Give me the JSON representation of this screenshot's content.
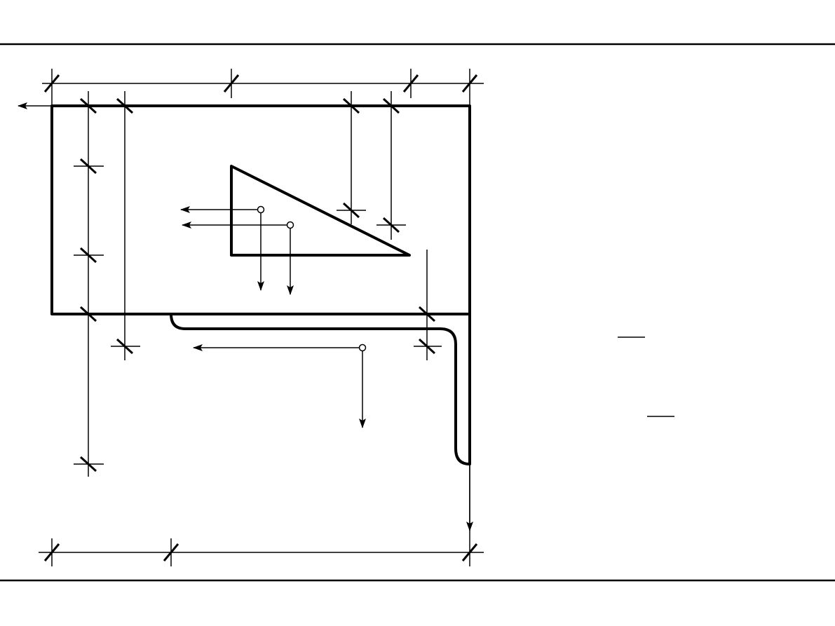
{
  "colors": {
    "ink": "#000000",
    "paper": "#ffffff"
  },
  "figure": {
    "description_elements": [
      "composite-section-rectangle",
      "triangular-cutout",
      "bent-strip",
      "dimension-lines",
      "centroid-axes"
    ]
  },
  "formula_fraction_bars": [
    {
      "id": "upper"
    },
    {
      "id": "lower"
    }
  ]
}
